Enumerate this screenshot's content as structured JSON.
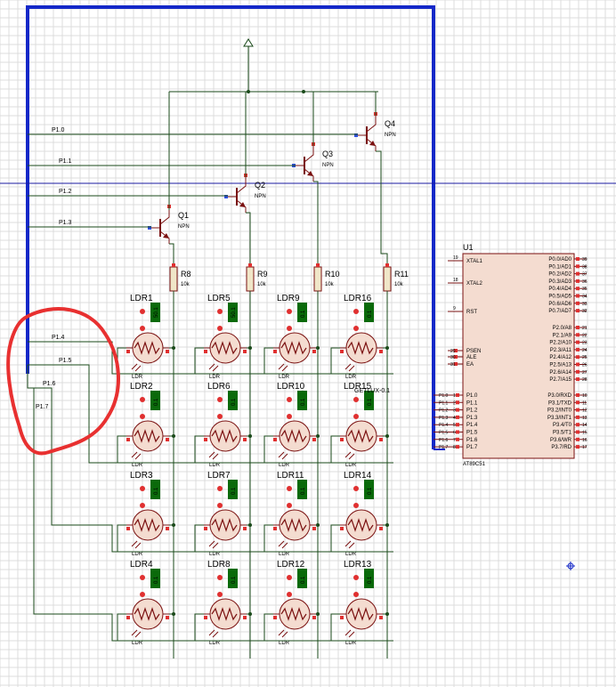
{
  "colors": {
    "grid": "#dcdcdc",
    "wire": "#1a4a1a",
    "bus": "#1428c8",
    "cursor_line": "#1a1aa0",
    "component": "#7a1010",
    "ldr_fill": "#f4dcd0",
    "resistor_fill": "#f0e6c8",
    "pin_red": "#e03030",
    "pin_blue": "#3050e0",
    "label_box": "#0a6a0a",
    "annotation": "#e83030",
    "mcu_fill": "#f4dcd0"
  },
  "transistors": [
    {
      "ref": "Q1",
      "type": "NPN"
    },
    {
      "ref": "Q2",
      "type": "NPN"
    },
    {
      "ref": "Q3",
      "type": "NPN"
    },
    {
      "ref": "Q4",
      "type": "NPN"
    }
  ],
  "resistors": [
    {
      "ref": "R8",
      "value": "10k"
    },
    {
      "ref": "R9",
      "value": "10k"
    },
    {
      "ref": "R10",
      "value": "10k"
    },
    {
      "ref": "R11",
      "value": "10k"
    }
  ],
  "row_nets": [
    "P1.0",
    "P1.1",
    "P1.2",
    "P1.3"
  ],
  "col_nets": [
    "P1.4",
    "P1.5",
    "P1.6",
    "P1.7"
  ],
  "ldr_generic": "LDR",
  "ldrs": [
    [
      "LDR1",
      "LDR5",
      "LDR9",
      "LDR16"
    ],
    [
      "LDR2",
      "LDR6",
      "LDR10",
      "LDR15"
    ],
    [
      "LDR3",
      "LDR7",
      "LDR11",
      "LDR14"
    ],
    [
      "LDR4",
      "LDR8",
      "LDR12",
      "LDR13"
    ]
  ],
  "ldr_values": [
    [
      "50.1",
      "50.1",
      "0.1",
      "0.1"
    ],
    [
      "0.1",
      "0.1",
      "0.1",
      "0.1"
    ],
    [
      "0.1",
      "0.1",
      "0.1",
      "0.1"
    ],
    [
      "0.1",
      "0.1",
      "0.1",
      "0.1"
    ]
  ],
  "overlap_label": "GETLUX-0.1",
  "mcu": {
    "ref": "U1",
    "part": "AT89C51",
    "left_top": [
      {
        "num": "19",
        "name": "XTAL1"
      },
      {
        "num": "18",
        "name": "XTAL2"
      },
      {
        "num": "9",
        "name": "RST"
      }
    ],
    "left_mid": [
      {
        "num": "29",
        "name": "PSEN"
      },
      {
        "num": "30",
        "name": "ALE"
      },
      {
        "num": "31",
        "name": "EA"
      }
    ],
    "left_bottom": [
      {
        "net": "P1.0",
        "num": "1",
        "name": "P1.0"
      },
      {
        "net": "P1.1",
        "num": "2",
        "name": "P1.1"
      },
      {
        "net": "P1.2",
        "num": "3",
        "name": "P1.2"
      },
      {
        "net": "P1.3",
        "num": "4",
        "name": "P1.3"
      },
      {
        "net": "P1.4",
        "num": "5",
        "name": "P1.4"
      },
      {
        "net": "P1.5",
        "num": "6",
        "name": "P1.5"
      },
      {
        "net": "P1.6",
        "num": "7",
        "name": "P1.6"
      },
      {
        "net": "P1.7",
        "num": "8",
        "name": "P1.7"
      }
    ],
    "right_p0": [
      {
        "name": "P0.0/AD0",
        "num": "39"
      },
      {
        "name": "P0.1/AD1",
        "num": "38"
      },
      {
        "name": "P0.2/AD2",
        "num": "37"
      },
      {
        "name": "P0.3/AD3",
        "num": "36"
      },
      {
        "name": "P0.4/AD4",
        "num": "35"
      },
      {
        "name": "P0.5/AD5",
        "num": "34"
      },
      {
        "name": "P0.6/AD6",
        "num": "33"
      },
      {
        "name": "P0.7/AD7",
        "num": "32"
      }
    ],
    "right_p2": [
      {
        "name": "P2.0/A8",
        "num": "21"
      },
      {
        "name": "P2.1/A9",
        "num": "22"
      },
      {
        "name": "P2.2/A10",
        "num": "23"
      },
      {
        "name": "P2.3/A11",
        "num": "24"
      },
      {
        "name": "P2.4/A12",
        "num": "25"
      },
      {
        "name": "P2.5/A13",
        "num": "26"
      },
      {
        "name": "P2.6/A14",
        "num": "27"
      },
      {
        "name": "P2.7/A15",
        "num": "28"
      }
    ],
    "right_p3": [
      {
        "name": "P3.0/RXD",
        "num": "10"
      },
      {
        "name": "P3.1/TXD",
        "num": "11"
      },
      {
        "name": "P3.2/INT0",
        "num": "12"
      },
      {
        "name": "P3.3/INT1",
        "num": "13"
      },
      {
        "name": "P3.4/T0",
        "num": "14"
      },
      {
        "name": "P3.5/T1",
        "num": "15"
      },
      {
        "name": "P3.6/WR",
        "num": "16"
      },
      {
        "name": "P3.7/RD",
        "num": "17"
      }
    ]
  }
}
